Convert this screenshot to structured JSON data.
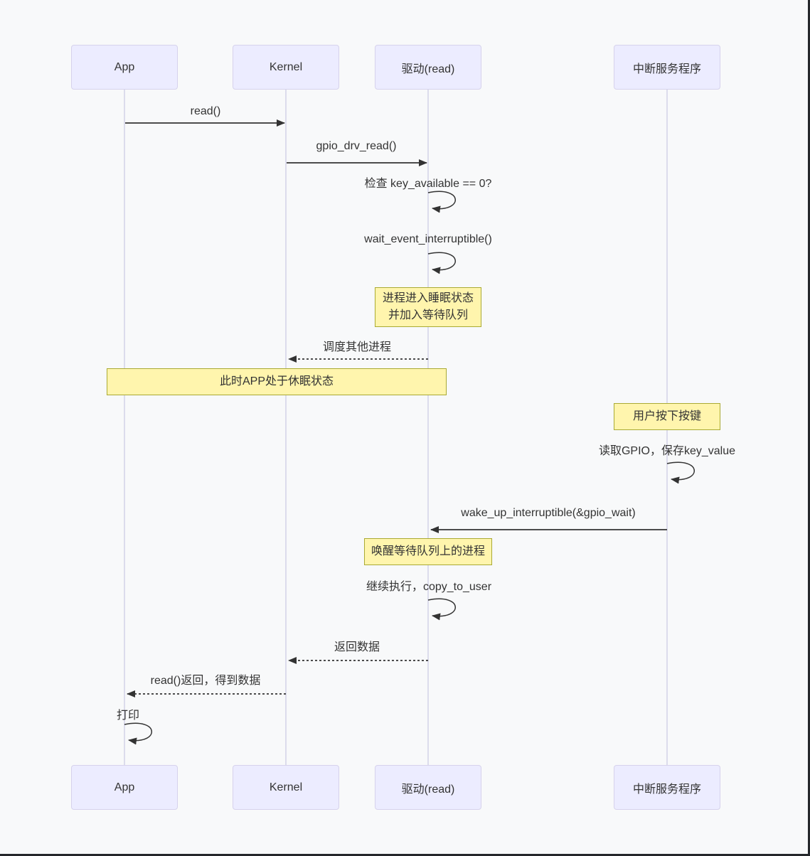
{
  "diagram": {
    "type": "sequence-diagram",
    "actors": [
      {
        "id": "app",
        "label": "App"
      },
      {
        "id": "kernel",
        "label": "Kernel"
      },
      {
        "id": "driver",
        "label": "驱动(read)"
      },
      {
        "id": "isr",
        "label": "中断服务程序"
      }
    ],
    "messages": [
      {
        "label": "read()",
        "from": "App",
        "to": "Kernel",
        "line": "solid"
      },
      {
        "label": "gpio_drv_read()",
        "from": "Kernel",
        "to": "驱动(read)",
        "line": "solid"
      },
      {
        "label": "检查 key_available == 0?",
        "from": "驱动(read)",
        "to": "驱动(read)",
        "line": "self"
      },
      {
        "label": "wait_event_interruptible()",
        "from": "驱动(read)",
        "to": "驱动(read)",
        "line": "self"
      },
      {
        "label": "调度其他进程",
        "from": "驱动(read)",
        "to": "Kernel",
        "line": "dashed"
      },
      {
        "label": "读取GPIO，保存key_value",
        "from": "中断服务程序",
        "to": "中断服务程序",
        "line": "self"
      },
      {
        "label": "wake_up_interruptible(&gpio_wait)",
        "from": "中断服务程序",
        "to": "驱动(read)",
        "line": "solid"
      },
      {
        "label": "继续执行，copy_to_user",
        "from": "驱动(read)",
        "to": "驱动(read)",
        "line": "self"
      },
      {
        "label": "返回数据",
        "from": "驱动(read)",
        "to": "Kernel",
        "line": "dashed"
      },
      {
        "label": "read()返回，得到数据",
        "from": "Kernel",
        "to": "App",
        "line": "dashed"
      },
      {
        "label": "打印",
        "from": "App",
        "to": "App",
        "line": "self"
      }
    ],
    "notes": [
      {
        "over": "驱动(read)",
        "lines": [
          "进程进入睡眠状态",
          "并加入等待队列"
        ]
      },
      {
        "over": "App..驱动(read)",
        "lines": [
          "此时APP处于休眠状态"
        ]
      },
      {
        "over": "中断服务程序",
        "lines": [
          "用户按下按键"
        ]
      },
      {
        "over": "驱动(read)",
        "lines": [
          "唤醒等待队列上的进程"
        ]
      }
    ],
    "colors": {
      "background": "#f8f9fa",
      "actor_fill": "#ececff",
      "actor_border": "#d6d2ec",
      "lifeline": "#dcdcec",
      "note_fill": "#fff5ad",
      "note_border": "#aaaa33",
      "text": "#333333",
      "arrow": "#333333",
      "frame_edge": "#25272b"
    }
  }
}
